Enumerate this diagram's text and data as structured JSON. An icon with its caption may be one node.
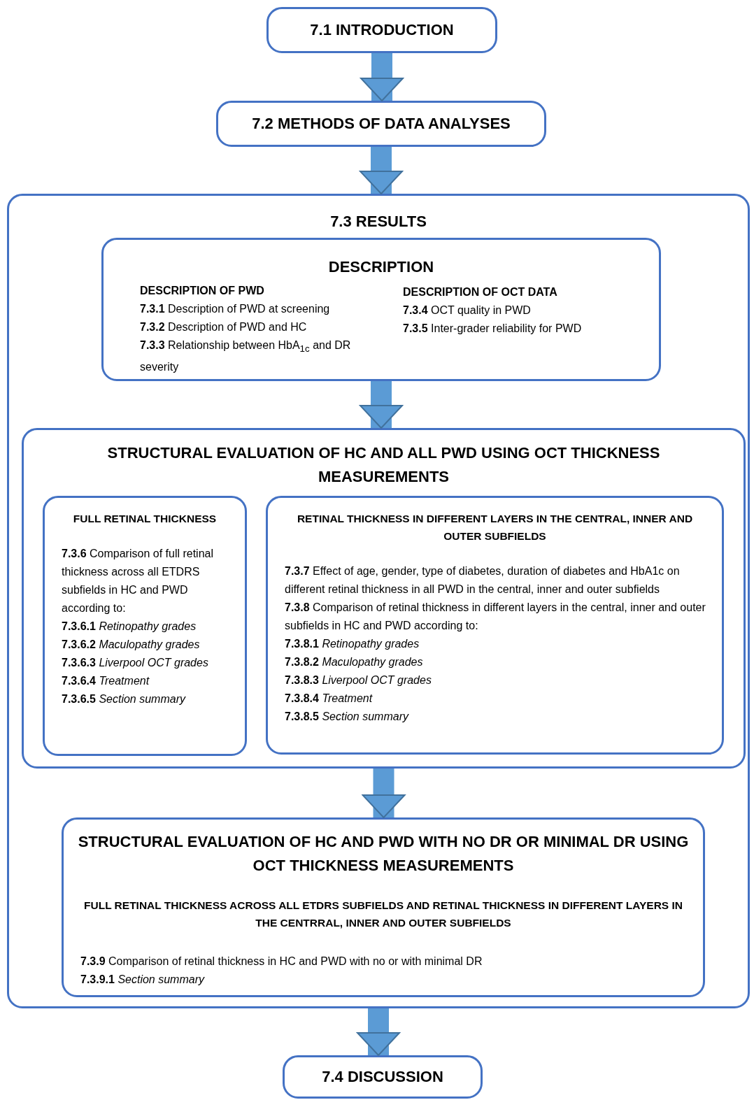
{
  "diagram": {
    "nodes": [
      {
        "text": [
          "7.1 INTRODUCTION"
        ]
      },
      {
        "text": [
          "7.2 METHODS OF DATA ANALYSES"
        ]
      },
      {
        "text": [
          "7.3 RESULTS"
        ]
      },
      {
        "text": [
          "DESCRIPTION",
          "DESCRIPTION OF PWD",
          "**7.3.1** Description of PWD at screening",
          "**7.3.2** Description of PWD and HC",
          "**7.3.3** Relationship between HbA$_{1c}$ and DR severity",
          "DESCRIPTION OF OCT DATA",
          "**7.3.4** OCT quality in PWD",
          "**7.3.5** Inter-grader reliability for PWD"
        ],
        "in": 2
      },
      {
        "text": [
          "STRUCTURAL EVALUATION OF HC AND ALL PWD USING OCT THICKNESS MEASUREMENTS"
        ],
        "in": 2
      },
      {
        "text": [
          "FULL RETINAL THICKNESS",
          "**7.3.6** Comparison of full retinal thickness across all ETDRS subfields in HC and PWD according to:",
          "**7.3.6.1** *Retinopathy grades*",
          "**7.3.6.2** *Maculopathy grades*",
          "**7.3.6.3** *Liverpool OCT grades*",
          "**7.3.6.4** *Treatment*",
          "**7.3.6.5** *Section summary*"
        ],
        "in": 4
      },
      {
        "text": [
          "RETINAL THICKNESS IN DIFFERENT LAYERS IN THE CENTRAL, INNER AND OUTER SUBFIELDS",
          "**7.3.7** Effect of age, gender, type of diabetes, duration of diabetes and HbA1c on different retinal thickness in all PWD in the central, inner and outer subfields",
          "**7.3.8** Comparison of retinal thickness in different layers in the central, inner and outer subfields in HC and PWD according to:",
          "**7.3.8.1** *Retinopathy grades*",
          "**7.3.8.2** *Maculopathy grades*",
          "**7.3.8.3** *Liverpool OCT grades*",
          "**7.3.8.4** *Treatment*",
          "**7.3.8.5** *Section summary*"
        ],
        "in": 4
      },
      {
        "text": [
          "STRUCTURAL EVALUATION OF HC AND PWD WITH NO DR OR MINIMAL DR USING OCT THICKNESS MEASUREMENTS",
          "FULL RETINAL THICKNESS ACROSS ALL ETDRS SUBFIELDS AND RETINAL THICKNESS IN DIFFERENT LAYERS IN THE CENTRRAL, INNER AND OUTER SUBFIELDS",
          "**7.3.9** Comparison of retinal thickness in HC and PWD with no or with minimal DR",
          "**7.3.9.1** *Section summary*"
        ],
        "in": 2
      },
      {
        "text": [
          "7.4 DISCUSSION"
        ]
      }
    ],
    "edges": [
      {
        "from": 0,
        "to": 1,
        "arrow": "to"
      },
      {
        "from": 1,
        "to": 2,
        "arrow": "to"
      },
      {
        "from": 3,
        "to": 4,
        "arrow": "to"
      },
      {
        "from": 4,
        "to": 7,
        "arrow": "to"
      },
      {
        "from": 2,
        "to": 8,
        "arrow": "to"
      }
    ]
  }
}
